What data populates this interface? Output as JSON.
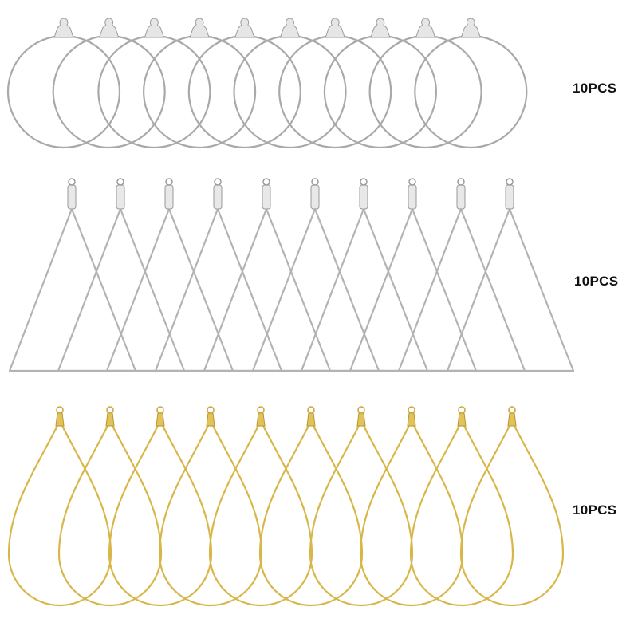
{
  "rows": [
    {
      "name": "round-hoops",
      "label": "10PCS",
      "count": 10,
      "color": "#a9a9a9"
    },
    {
      "name": "triangle-hoops",
      "label": "10PCS",
      "count": 10,
      "color": "#b3b3b3"
    },
    {
      "name": "teardrop-hoops",
      "label": "10PCS",
      "count": 10,
      "color": "#d8b74a"
    }
  ]
}
